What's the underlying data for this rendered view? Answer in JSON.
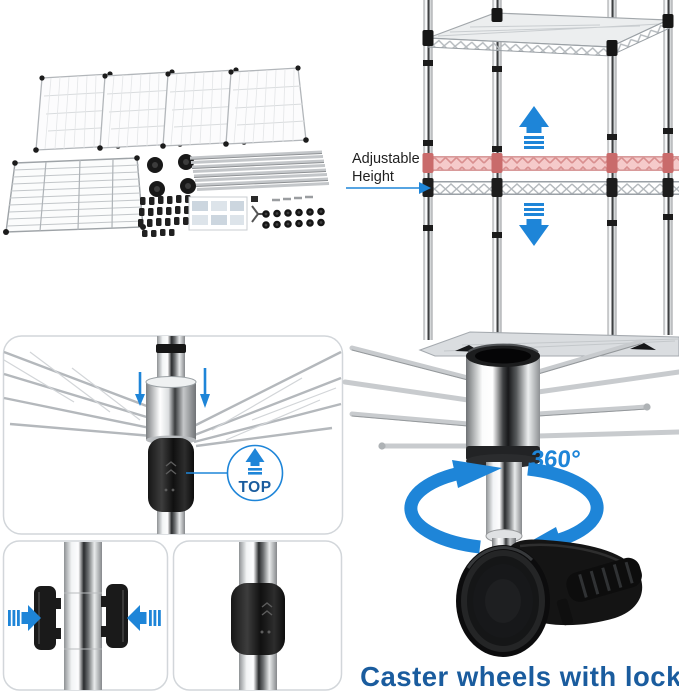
{
  "figure": {
    "type": "product-feature-collage",
    "subject": "wire-shelving-rack-with-casters",
    "panels": {
      "parts_overview": {
        "contents": [
          "wire-shelves",
          "caster-wheels",
          "plastic-clips",
          "poles",
          "instruction-manual",
          "hardware"
        ]
      },
      "adjustable_height": {
        "label_line1": "Adjustable",
        "label_line2": "Height",
        "highlight_color": "#e59a9a"
      },
      "top_direction": {
        "badge_label": "TOP"
      },
      "clip_install": {
        "contents": [
          "pole",
          "two-clips",
          "inward-arrows"
        ]
      },
      "sleeve_installed": {
        "contents": [
          "pole",
          "installed-sleeve"
        ]
      },
      "caster": {
        "rotation_label": "360°",
        "caption": "Caster wheels with lock"
      }
    },
    "icons": {
      "up_arrow": "striped solid up arrow",
      "down_arrow": "striped solid down arrow",
      "right_arrow": "striped solid right arrow",
      "left_arrow": "striped solid left arrow",
      "pointer_arrow": "thin right arrow callout",
      "rotation_arrows": "curved circular arrows",
      "top_badge_arrow": "striped up arrow in circle"
    },
    "colors": {
      "accent_blue": "#1e85d8",
      "caption_blue": "#1a5c9e",
      "label_black": "#1f1f1f",
      "highlight_pink": "#f5caca",
      "highlight_red": "#d98c8c",
      "panel_border": "#d2d6da",
      "chrome_light": "#f2f4f5",
      "chrome_dark": "#2a2c2e",
      "caster_black": "#0f0f10"
    }
  }
}
